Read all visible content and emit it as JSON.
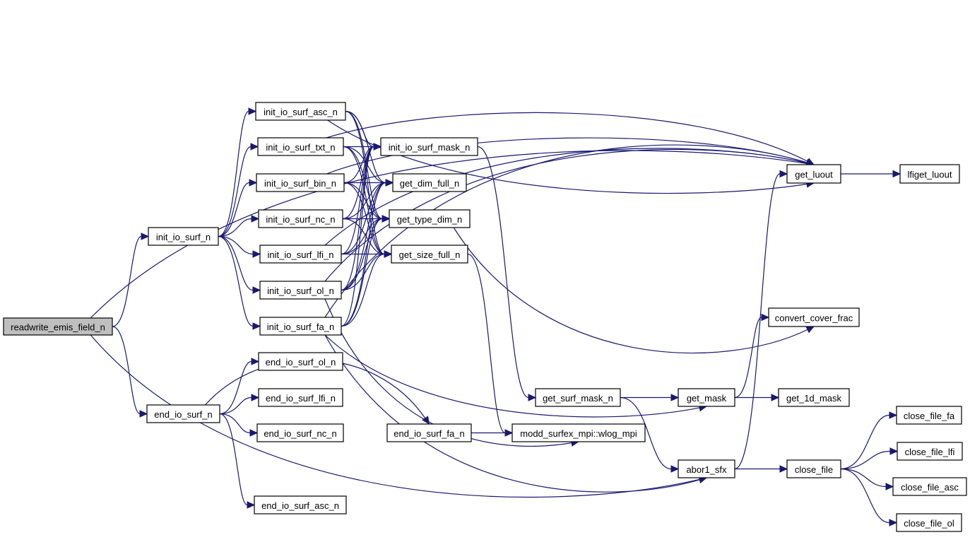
{
  "diagram": {
    "type": "call-graph",
    "colors": {
      "edge": "#191970",
      "node_border": "#000000",
      "root_fill": "#bfbfbf",
      "node_fill": "#ffffff"
    },
    "nodes": [
      {
        "id": "readwrite_emis_field_n",
        "label": "readwrite_emis_field_n",
        "root": true
      },
      {
        "id": "init_io_surf_n",
        "label": "init_io_surf_n"
      },
      {
        "id": "end_io_surf_n",
        "label": "end_io_surf_n"
      },
      {
        "id": "init_io_surf_asc_n",
        "label": "init_io_surf_asc_n"
      },
      {
        "id": "init_io_surf_txt_n",
        "label": "init_io_surf_txt_n"
      },
      {
        "id": "init_io_surf_bin_n",
        "label": "init_io_surf_bin_n"
      },
      {
        "id": "init_io_surf_nc_n",
        "label": "init_io_surf_nc_n"
      },
      {
        "id": "init_io_surf_lfi_n",
        "label": "init_io_surf_lfi_n"
      },
      {
        "id": "init_io_surf_ol_n",
        "label": "init_io_surf_ol_n"
      },
      {
        "id": "init_io_surf_fa_n",
        "label": "init_io_surf_fa_n"
      },
      {
        "id": "end_io_surf_ol_n",
        "label": "end_io_surf_ol_n"
      },
      {
        "id": "end_io_surf_lfi_n",
        "label": "end_io_surf_lfi_n"
      },
      {
        "id": "end_io_surf_nc_n",
        "label": "end_io_surf_nc_n"
      },
      {
        "id": "end_io_surf_asc_n",
        "label": "end_io_surf_asc_n"
      },
      {
        "id": "init_io_surf_mask_n",
        "label": "init_io_surf_mask_n"
      },
      {
        "id": "get_dim_full_n",
        "label": "get_dim_full_n"
      },
      {
        "id": "get_type_dim_n",
        "label": "get_type_dim_n"
      },
      {
        "id": "get_size_full_n",
        "label": "get_size_full_n"
      },
      {
        "id": "end_io_surf_fa_n",
        "label": "end_io_surf_fa_n"
      },
      {
        "id": "get_surf_mask_n",
        "label": "get_surf_mask_n"
      },
      {
        "id": "wlog_mpi",
        "label": "modd_surfex_mpi::wlog_mpi"
      },
      {
        "id": "get_luout",
        "label": "get_luout"
      },
      {
        "id": "lfiget_luout",
        "label": "lfiget_luout"
      },
      {
        "id": "convert_cover_frac",
        "label": "convert_cover_frac"
      },
      {
        "id": "get_mask",
        "label": "get_mask"
      },
      {
        "id": "get_1d_mask",
        "label": "get_1d_mask"
      },
      {
        "id": "abor1_sfx",
        "label": "abor1_sfx"
      },
      {
        "id": "close_file",
        "label": "close_file"
      },
      {
        "id": "close_file_fa",
        "label": "close_file_fa"
      },
      {
        "id": "close_file_lfi",
        "label": "close_file_lfi"
      },
      {
        "id": "close_file_asc",
        "label": "close_file_asc"
      },
      {
        "id": "close_file_ol",
        "label": "close_file_ol"
      }
    ],
    "edges": [
      [
        "readwrite_emis_field_n",
        "get_luout"
      ],
      [
        "readwrite_emis_field_n",
        "init_io_surf_n"
      ],
      [
        "readwrite_emis_field_n",
        "end_io_surf_n"
      ],
      [
        "readwrite_emis_field_n",
        "abor1_sfx"
      ],
      [
        "init_io_surf_n",
        "init_io_surf_asc_n"
      ],
      [
        "init_io_surf_n",
        "init_io_surf_txt_n"
      ],
      [
        "init_io_surf_n",
        "init_io_surf_bin_n"
      ],
      [
        "init_io_surf_n",
        "init_io_surf_nc_n"
      ],
      [
        "init_io_surf_n",
        "init_io_surf_lfi_n"
      ],
      [
        "init_io_surf_n",
        "init_io_surf_ol_n"
      ],
      [
        "init_io_surf_n",
        "init_io_surf_fa_n"
      ],
      [
        "init_io_surf_asc_n",
        "get_luout"
      ],
      [
        "init_io_surf_asc_n",
        "init_io_surf_mask_n"
      ],
      [
        "init_io_surf_asc_n",
        "get_dim_full_n"
      ],
      [
        "init_io_surf_asc_n",
        "get_type_dim_n"
      ],
      [
        "init_io_surf_asc_n",
        "get_size_full_n"
      ],
      [
        "init_io_surf_txt_n",
        "get_luout"
      ],
      [
        "init_io_surf_txt_n",
        "init_io_surf_mask_n"
      ],
      [
        "init_io_surf_txt_n",
        "get_dim_full_n"
      ],
      [
        "init_io_surf_txt_n",
        "get_type_dim_n"
      ],
      [
        "init_io_surf_txt_n",
        "get_size_full_n"
      ],
      [
        "init_io_surf_bin_n",
        "get_luout"
      ],
      [
        "init_io_surf_bin_n",
        "init_io_surf_mask_n"
      ],
      [
        "init_io_surf_bin_n",
        "get_dim_full_n"
      ],
      [
        "init_io_surf_bin_n",
        "get_type_dim_n"
      ],
      [
        "init_io_surf_bin_n",
        "get_size_full_n"
      ],
      [
        "init_io_surf_nc_n",
        "init_io_surf_mask_n"
      ],
      [
        "init_io_surf_nc_n",
        "get_dim_full_n"
      ],
      [
        "init_io_surf_nc_n",
        "get_type_dim_n"
      ],
      [
        "init_io_surf_nc_n",
        "get_size_full_n"
      ],
      [
        "init_io_surf_lfi_n",
        "get_luout"
      ],
      [
        "init_io_surf_lfi_n",
        "init_io_surf_mask_n"
      ],
      [
        "init_io_surf_lfi_n",
        "get_dim_full_n"
      ],
      [
        "init_io_surf_lfi_n",
        "get_type_dim_n"
      ],
      [
        "init_io_surf_lfi_n",
        "get_size_full_n"
      ],
      [
        "init_io_surf_ol_n",
        "get_luout"
      ],
      [
        "init_io_surf_ol_n",
        "init_io_surf_mask_n"
      ],
      [
        "init_io_surf_ol_n",
        "get_dim_full_n"
      ],
      [
        "init_io_surf_ol_n",
        "get_type_dim_n"
      ],
      [
        "init_io_surf_ol_n",
        "get_size_full_n"
      ],
      [
        "init_io_surf_ol_n",
        "wlog_mpi"
      ],
      [
        "init_io_surf_fa_n",
        "get_luout"
      ],
      [
        "init_io_surf_fa_n",
        "init_io_surf_mask_n"
      ],
      [
        "init_io_surf_fa_n",
        "get_dim_full_n"
      ],
      [
        "init_io_surf_fa_n",
        "get_type_dim_n"
      ],
      [
        "init_io_surf_fa_n",
        "get_size_full_n"
      ],
      [
        "init_io_surf_fa_n",
        "get_mask"
      ],
      [
        "init_io_surf_fa_n",
        "abor1_sfx"
      ],
      [
        "init_io_surf_mask_n",
        "get_surf_mask_n"
      ],
      [
        "get_type_dim_n",
        "convert_cover_frac"
      ],
      [
        "get_size_full_n",
        "wlog_mpi"
      ],
      [
        "end_io_surf_n",
        "end_io_surf_ol_n"
      ],
      [
        "end_io_surf_n",
        "end_io_surf_lfi_n"
      ],
      [
        "end_io_surf_n",
        "end_io_surf_nc_n"
      ],
      [
        "end_io_surf_n",
        "end_io_surf_fa_n"
      ],
      [
        "end_io_surf_n",
        "end_io_surf_asc_n"
      ],
      [
        "end_io_surf_fa_n",
        "wlog_mpi"
      ],
      [
        "get_surf_mask_n",
        "get_mask"
      ],
      [
        "get_surf_mask_n",
        "abor1_sfx"
      ],
      [
        "get_luout",
        "lfiget_luout"
      ],
      [
        "get_mask",
        "convert_cover_frac"
      ],
      [
        "get_mask",
        "get_1d_mask"
      ],
      [
        "abor1_sfx",
        "get_luout"
      ],
      [
        "abor1_sfx",
        "close_file"
      ],
      [
        "close_file",
        "close_file_fa"
      ],
      [
        "close_file",
        "close_file_lfi"
      ],
      [
        "close_file",
        "close_file_asc"
      ],
      [
        "close_file",
        "close_file_ol"
      ]
    ]
  }
}
